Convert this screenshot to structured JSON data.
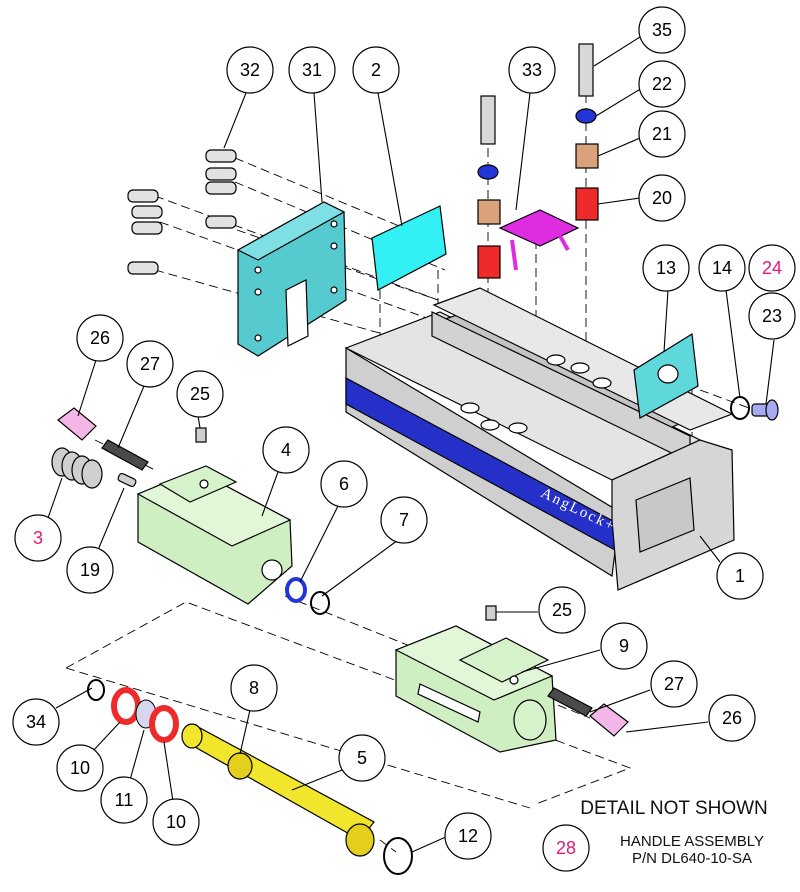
{
  "colors": {
    "body": "#d8d8d8",
    "logo_band": "#2530c8",
    "green_jaw": "#cfeec2",
    "cyan_plate": "#5fd8dc",
    "cyan_pad": "#33f0f4",
    "magenta": "#e02ce0",
    "red": "#ee2a2a",
    "blue": "#2236d8",
    "bronze": "#d9a27a",
    "yellow": "#f2e62c",
    "pink_pin": "#f4b6e6",
    "callout_pink": "#e0197d"
  },
  "logo_text": "AngLock+",
  "callouts": [
    {
      "label": "32",
      "highlight": false
    },
    {
      "label": "31",
      "highlight": false
    },
    {
      "label": "2",
      "highlight": false
    },
    {
      "label": "33",
      "highlight": false
    },
    {
      "label": "35",
      "highlight": false
    },
    {
      "label": "22",
      "highlight": false
    },
    {
      "label": "21",
      "highlight": false
    },
    {
      "label": "20",
      "highlight": false
    },
    {
      "label": "13",
      "highlight": false
    },
    {
      "label": "14",
      "highlight": false
    },
    {
      "label": "24",
      "highlight": true
    },
    {
      "label": "23",
      "highlight": false
    },
    {
      "label": "26",
      "highlight": false
    },
    {
      "label": "27",
      "highlight": false
    },
    {
      "label": "25",
      "highlight": false
    },
    {
      "label": "4",
      "highlight": false
    },
    {
      "label": "6",
      "highlight": false
    },
    {
      "label": "7",
      "highlight": false
    },
    {
      "label": "3",
      "highlight": true
    },
    {
      "label": "19",
      "highlight": false
    },
    {
      "label": "1",
      "highlight": false
    },
    {
      "label": "25",
      "highlight": false
    },
    {
      "label": "9",
      "highlight": false
    },
    {
      "label": "27",
      "highlight": false
    },
    {
      "label": "26",
      "highlight": false
    },
    {
      "label": "8",
      "highlight": false
    },
    {
      "label": "5",
      "highlight": false
    },
    {
      "label": "34",
      "highlight": false
    },
    {
      "label": "10",
      "highlight": false
    },
    {
      "label": "11",
      "highlight": false
    },
    {
      "label": "10",
      "highlight": false
    },
    {
      "label": "12",
      "highlight": false
    },
    {
      "label": "28",
      "highlight": true
    }
  ],
  "note": {
    "heading": "DETAIL NOT SHOWN",
    "line1": "HANDLE ASSEMBLY",
    "line2": "P/N DL640-10-SA"
  }
}
